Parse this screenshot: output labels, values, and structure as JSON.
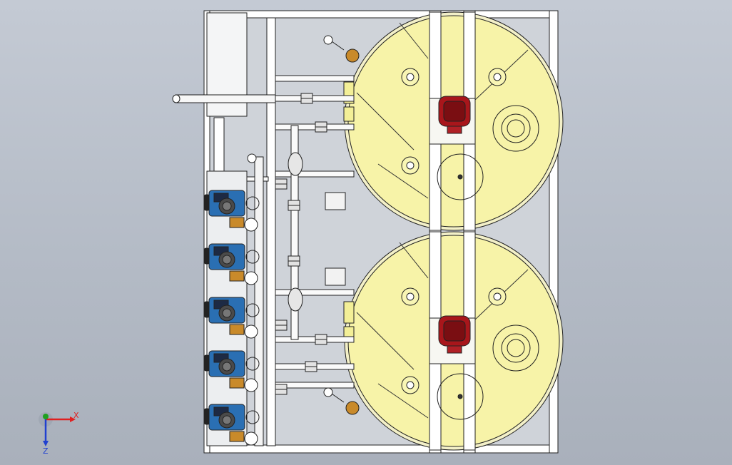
{
  "viewport": {
    "background_top": "#c4cad4",
    "background_bottom": "#a9b0bb"
  },
  "colors": {
    "frame": "#ffffff",
    "tank_fill": "#f7f3a8",
    "motor": "#a8161b",
    "pump": "#2a6fb3",
    "brass": "#c98a2a"
  },
  "model": {
    "tank_count": 2,
    "pump_count": 5,
    "tank_icons": [
      "tank-top",
      "tank-bottom"
    ],
    "pump_icons": [
      "pump-1",
      "pump-2",
      "pump-3",
      "pump-4",
      "pump-5"
    ]
  },
  "triad": {
    "x_label": "X",
    "z_label": "Z",
    "x_color": "#e02020",
    "y_color": "#1fa01f",
    "z_color": "#2040d0"
  }
}
